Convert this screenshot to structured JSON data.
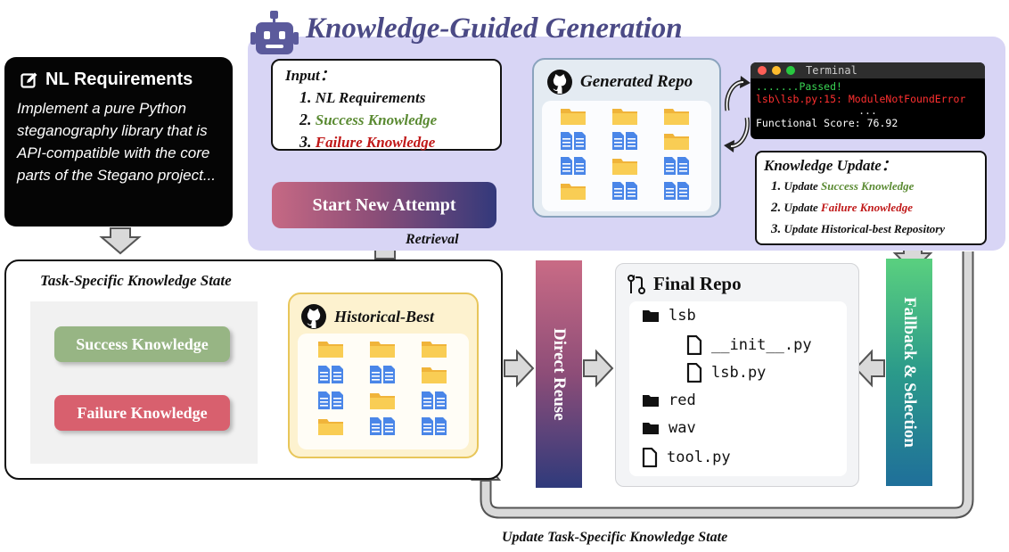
{
  "title": "Knowledge-Guided Generation",
  "nl_requirements": {
    "heading": "NL Requirements",
    "text": "Implement a pure Python steganography library that is API-compatible with the core parts of the Stegano project..."
  },
  "input": {
    "heading": "Input：",
    "items": [
      {
        "num": "1.",
        "label": "NL Requirements",
        "color": "#111111"
      },
      {
        "num": "2.",
        "label": "Success Knowledge",
        "color": "#5a8a32"
      },
      {
        "num": "3.",
        "label": "Failure Knowledge",
        "color": "#c01818"
      }
    ]
  },
  "start_new_attempt": "Start New Attempt",
  "retrieval_label": "Retrieval",
  "generated_repo": {
    "title": "Generated Repo"
  },
  "terminal": {
    "title": "Terminal",
    "lines": [
      ".......Passed!",
      "lsb\\lsb.py:15: ModuleNotFoundError",
      "...",
      "Functional Score: 76.92"
    ]
  },
  "knowledge_update": {
    "heading": "Knowledge Update：",
    "items": [
      {
        "num": "1.",
        "prefix": "Update ",
        "highlight": "Success Knowledge",
        "color": "#5a8a32"
      },
      {
        "num": "2.",
        "prefix": "Update ",
        "highlight": "Failure Knowledge",
        "color": "#c01818"
      },
      {
        "num": "3.",
        "prefix": "Update Historical-best Repository",
        "highlight": "",
        "color": "#111111"
      }
    ]
  },
  "task_state": {
    "title": "Task-Specific Knowledge State",
    "success_label": "Success Knowledge",
    "failure_label": "Failure Knowledge",
    "historical_best": "Historical-Best"
  },
  "direct_reuse": "Direct Reuse",
  "fallback_selection": "Fallback & Selection",
  "final_repo": {
    "title": "Final Repo",
    "tree": [
      {
        "name": "lsb",
        "kind": "folder",
        "level": 0
      },
      {
        "name": "__init__.py",
        "kind": "file",
        "level": 1
      },
      {
        "name": "lsb.py",
        "kind": "file",
        "level": 1
      },
      {
        "name": "red",
        "kind": "folder",
        "level": 0
      },
      {
        "name": "wav",
        "kind": "folder",
        "level": 0
      },
      {
        "name": "tool.py",
        "kind": "file",
        "level": 0
      }
    ]
  },
  "update_task_state_label": "Update Task-Specific Knowledge State",
  "colors": {
    "panel": "#d8d5f5",
    "title": "#4b4a86",
    "success": "#97b584",
    "failure": "#d8606e",
    "folder": "#f9cd54",
    "doc": "#4a86e8"
  }
}
